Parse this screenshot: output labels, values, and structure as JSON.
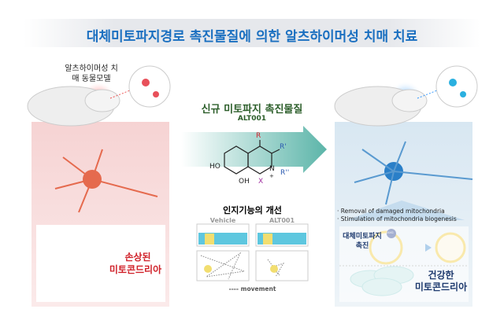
{
  "title": "대체미토파지경로 촉진물질에 의한 알츠하이머성 치매 치료",
  "left": {
    "model_label": "알츠하이머성 치\n매 동물모델",
    "damaged_label_1": "손상된",
    "damaged_label_2": "미토콘드리아"
  },
  "center": {
    "compound_title": "신규 미토파지 촉진물질",
    "compound_name": "ALT001",
    "structure": {
      "R": "R",
      "R1": "R'",
      "R2": "R''",
      "N": "N",
      "X": "X",
      "HO": "HO",
      "OH": "OH",
      "plus": "+"
    },
    "cognition_title": "인지기능의 개선",
    "vehicle": "Vehicle",
    "alt001": "ALT001",
    "legend": "---- movement"
  },
  "right": {
    "bullet_1": "· Removal of damaged mitochondria",
    "bullet_2": "· Stimulation of mitochondria biogenesis",
    "promote_1": "대체미토파지",
    "promote_2": "촉진",
    "ulk1": "ULK1",
    "healthy_1": "건강한",
    "healthy_2": "미토콘드리아"
  },
  "colors": {
    "title": "#1a6fc0",
    "damaged": "#d0222a",
    "healthy": "#1e3a6e",
    "arrow": "#3fa89a",
    "compound_title": "#2c5e2a"
  }
}
